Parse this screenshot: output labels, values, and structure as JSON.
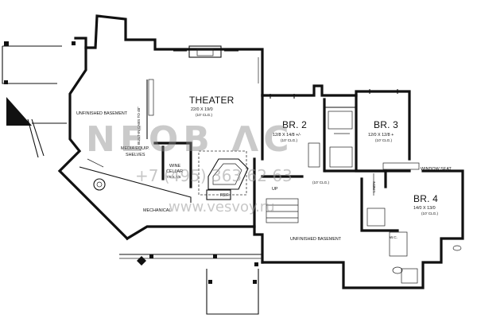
{
  "rooms": {
    "theater": {
      "name": "THEATER",
      "size": "22/0 X 19/0",
      "ceiling": "(10' CLG.)"
    },
    "br2": {
      "name": "BR. 2",
      "size": "12/8 X 14/8 +/-",
      "ceiling": "(10' CLG.)"
    },
    "br3": {
      "name": "BR. 3",
      "size": "12/0 X 12/8 +",
      "ceiling": "(10' CLG.)"
    },
    "br4": {
      "name": "BR. 4",
      "size": "14/0 X 13/0",
      "ceiling": "(10' CLG.)"
    },
    "unfinished_basement_left": "UNFINISHED BASEMENT",
    "unfinished_basement_bottom": "UNFINISHED BASEMENT",
    "built_in_cabs": "BUILT-IN CABS TO 48\"",
    "media_equip": {
      "line1": "MEDIA EQUIP.",
      "line2": "SHELVES"
    },
    "wine_cellar": {
      "line1": "WINE",
      "line2": "CELLAR",
      "size": "7/6 X 7/6"
    },
    "ref": "REF.",
    "up": "UP",
    "mechanical": "MECHANICAL",
    "window_seat": "WINDOW SEAT",
    "linen": "LINEN",
    "wic": "W.C.",
    "hall_ceiling": "(10' CLG.)"
  },
  "watermark": {
    "logo": "NEOB ΛC",
    "phone": "+7 (495) 363 62 63",
    "url": "www.vesvoy.ru"
  }
}
